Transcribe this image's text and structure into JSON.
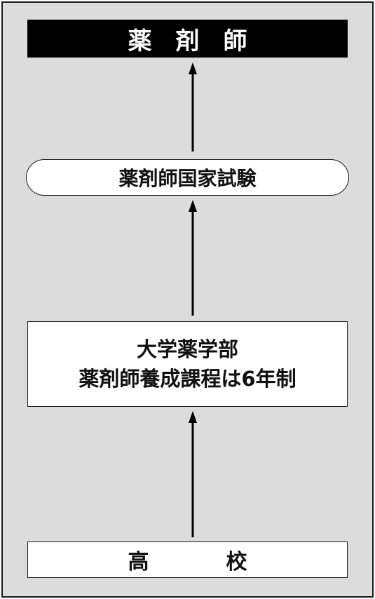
{
  "boxes": {
    "top": "薬剤師",
    "exam": "薬剤師国家試験",
    "univ_line1": "大学薬学部",
    "univ_line2": "薬剤師養成課程は6年制",
    "highschool": "高校"
  }
}
